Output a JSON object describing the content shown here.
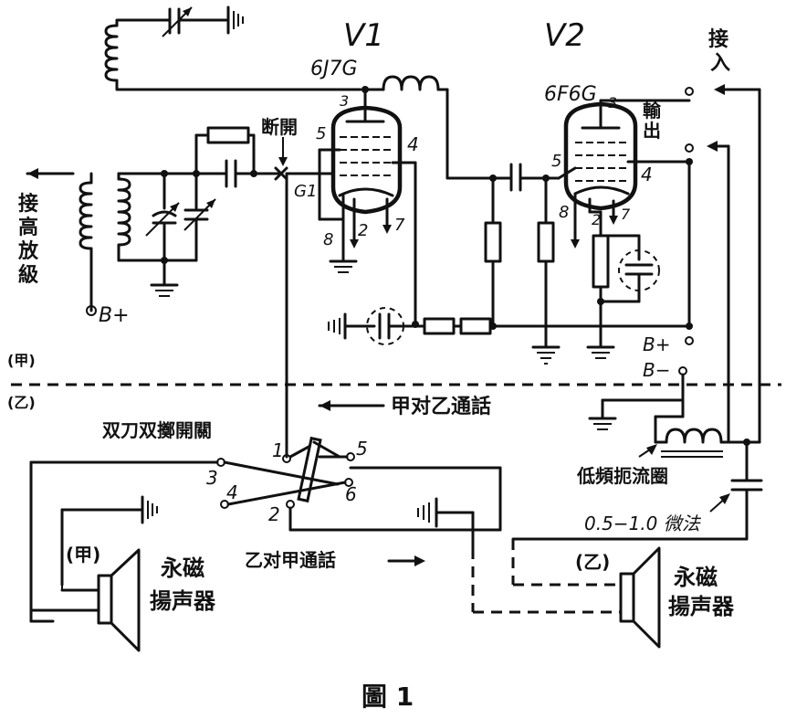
{
  "tubes": {
    "v1_label": "V1",
    "v1_type": "6J7G",
    "v2_label": "V2",
    "v2_type": "6F6G"
  },
  "pins": {
    "v1_plate": "3",
    "v1_screen": "5",
    "v1_cathode": "4",
    "v1_heater_a": "8",
    "v1_heater_b": "2",
    "v1_heater_c": "7",
    "v1_grid": "G1",
    "v2_plate": "3",
    "v2_grid": "5",
    "v2_screen": "4",
    "v2_cathode": "8",
    "v2_heater_b": "2",
    "v2_heater_c": "7"
  },
  "labels": {
    "input_top": "接",
    "input_bottom": "入",
    "output_top": "輸",
    "output_bottom": "出",
    "break_switch": "断開",
    "to_hf_amp": "接高放級",
    "b_plus_left": "B+",
    "b_plus_right": "B+",
    "b_minus": "B−",
    "station_a": "(甲)",
    "station_b": "(乙)",
    "a_to_b": "甲对乙通話",
    "b_to_a": "乙对甲通話",
    "switch_name": "双刀双擲開關",
    "choke": "低頻扼流圈",
    "capacitor_value": "0.5−1.0 微法",
    "speaker_a_tag": "(甲)",
    "speaker_a_name_1": "永磁",
    "speaker_a_name_2": "揚声器",
    "speaker_b_tag": "(乙)",
    "speaker_b_name_1": "永磁",
    "speaker_b_name_2": "揚声器",
    "caption": "圖 1"
  },
  "switch_terminals": [
    "1",
    "2",
    "3",
    "4",
    "5",
    "6"
  ]
}
